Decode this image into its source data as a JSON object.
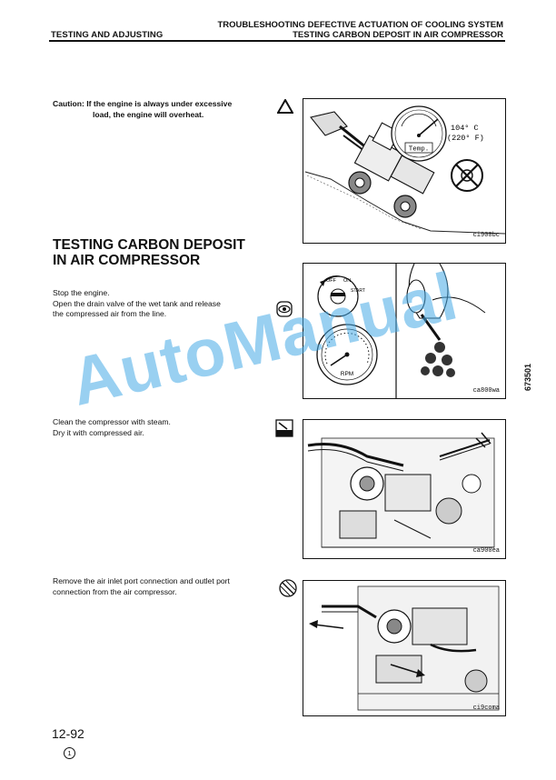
{
  "header": {
    "section": "TESTING AND ADJUSTING",
    "title_line1": "TROUBLESHOOTING DEFECTIVE ACTUATION OF COOLING SYSTEM",
    "title_line2": "TESTING CARBON DEPOSIT IN AIR COMPRESSOR"
  },
  "caution": {
    "line1": "Caution: If the engine is always under excessive",
    "line2": "load, the engine will overheat."
  },
  "figure1": {
    "temp_value": "104° C",
    "temp_value_f": "(220° F)",
    "gauge_label": "Temp.",
    "code": "ci900bc"
  },
  "section_heading": {
    "line1": "TESTING CARBON DEPOSIT",
    "line2": "IN AIR COMPRESSOR"
  },
  "step1": {
    "line1": "Stop the engine.",
    "line2": "Open the drain valve of the wet tank and release",
    "line3": "the compressed air from the line.",
    "key_on": "ON",
    "key_off": "OFF",
    "key_start": "START",
    "rpm_label": "RPM",
    "code": "ca800wa"
  },
  "side_number": "673501",
  "step2": {
    "line1": "Clean the compressor with steam.",
    "line2": "Dry it with compressed air.",
    "code": "ca900ea"
  },
  "step3": {
    "line1": "Remove the air inlet port connection and outlet port",
    "line2": "connection from the air compressor.",
    "code": "ci9coma"
  },
  "footer": {
    "page": "12-92",
    "revision": "1"
  },
  "watermark": "AutoManual"
}
